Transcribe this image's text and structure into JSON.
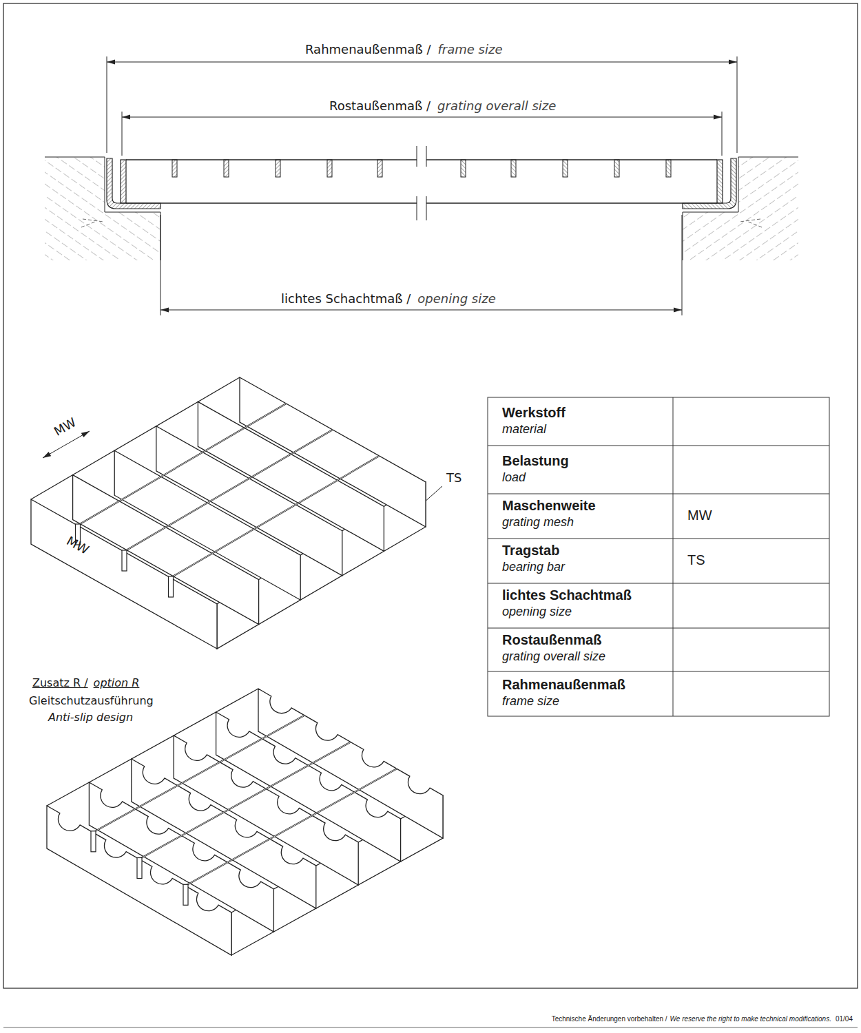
{
  "diagram": {
    "labels": [
      "Rahmenaußenmaß /",
      "frame size",
      "Rostaußenmaß /",
      "grating overall size",
      "lichtes Schachtmaß /",
      "opening size",
      "MW",
      "MW",
      "TS",
      "Zusatz R /",
      "option R",
      "Gleitschutzausführung",
      "Anti-slip design",
      "Werkstoff",
      "material",
      "Belastung",
      "load",
      "Maschenweite",
      "grating mesh",
      "MW",
      "Tragstab",
      "bearing bar",
      "TS",
      "lichtes Schachtmaß",
      "opening size",
      "Rostaußenmaß",
      "grating overall size",
      "Rahmenaußenmaß",
      "frame size",
      "Technische Änderungen vorbehalten /",
      "We reserve the right to make technical modifications.",
      "01/04"
    ]
  }
}
